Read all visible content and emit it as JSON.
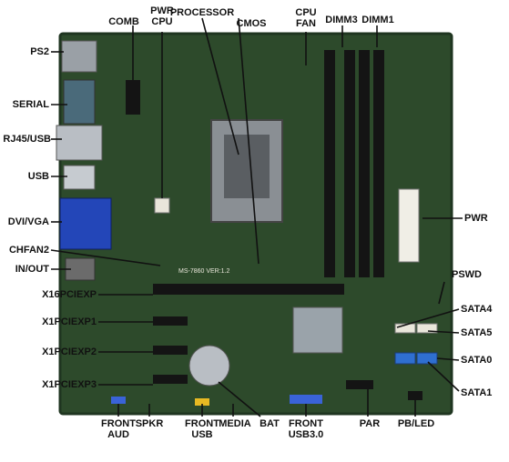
{
  "board": {
    "silkscreen": "MS-7860 VER:1.2"
  },
  "labels": {
    "comb": "COMB",
    "pwr_cpu_1": "PWR",
    "pwr_cpu_2": "CPU",
    "processor": "PROCESSOR",
    "cmos": "CMOS",
    "cpu_fan_1": "CPU",
    "cpu_fan_2": "FAN",
    "dimm3": "DIMM3",
    "dimm1": "DIMM1",
    "ps2": "PS2",
    "serial": "SERIAL",
    "rj45usb": "RJ45/USB",
    "usb": "USB",
    "dvivga": "DVI/VGA",
    "chfan2": "CHFAN2",
    "inout": "IN/OUT",
    "x16pciexp": "X16PCIEXP",
    "x1pciexp1": "X1PCIEXP1",
    "x1pciexp2": "X1PCIEXP2",
    "x1pciexp3": "X1PCIEXP3",
    "pwr": "PWR",
    "pswd": "PSWD",
    "sata4": "SATA4",
    "sata5": "SATA5",
    "sata0": "SATA0",
    "sata1": "SATA1",
    "front_aud_1": "FRONT",
    "front_aud_2": "AUD",
    "spkr": "SPKR",
    "front_usb_1": "FRONT",
    "front_usb_2": "USB",
    "media": "MEDIA",
    "bat": "BAT",
    "front_usb3_1": "FRONT",
    "front_usb3_2": "USB3.0",
    "par": "PAR",
    "pbled": "PB/LED"
  },
  "colors": {
    "pcb": "#2d4a2b",
    "pcb_dark": "#1f3520",
    "slot_black": "#141414",
    "sata_blue": "#2f6fd0",
    "vga_blue": "#2346b8",
    "usb3_blue": "#3a63d8",
    "front_usb_yellow": "#e8b923",
    "label": "#111111"
  }
}
